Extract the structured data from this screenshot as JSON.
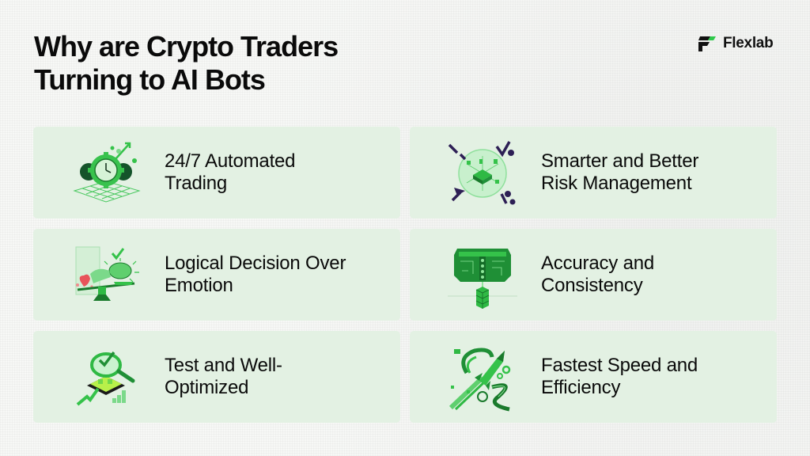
{
  "header": {
    "title_line1": "Why are Crypto Traders",
    "title_line2": "Turning to AI Bots"
  },
  "brand": {
    "name": "Flexlab",
    "logo_icon": "flexlab-f-logo-icon",
    "accent_color": "#2ec94a"
  },
  "colors": {
    "card_background": "#e3f1e3",
    "icon_green": "#35c24a",
    "icon_dark_green": "#1a7a2c",
    "icon_accent_purple": "#3b2a6b",
    "icon_accent_red": "#e8545a"
  },
  "cards": [
    {
      "line1": "24/7 Automated",
      "line2": "Trading",
      "icon": "clock-gear-icon"
    },
    {
      "line1": "Smarter and Better",
      "line2": "Risk Management",
      "icon": "shield-chip-icon"
    },
    {
      "line1": "Logical Decision Over",
      "line2": "Emotion",
      "icon": "balance-brain-heart-icon"
    },
    {
      "line1": "Accuracy and",
      "line2": "Consistency",
      "icon": "circuit-blocks-icon"
    },
    {
      "line1": "Test and Well-",
      "line2": "Optimized",
      "icon": "magnifier-check-icon"
    },
    {
      "line1": "Fastest Speed and",
      "line2": "Efficiency",
      "icon": "rocket-speed-icon"
    }
  ]
}
